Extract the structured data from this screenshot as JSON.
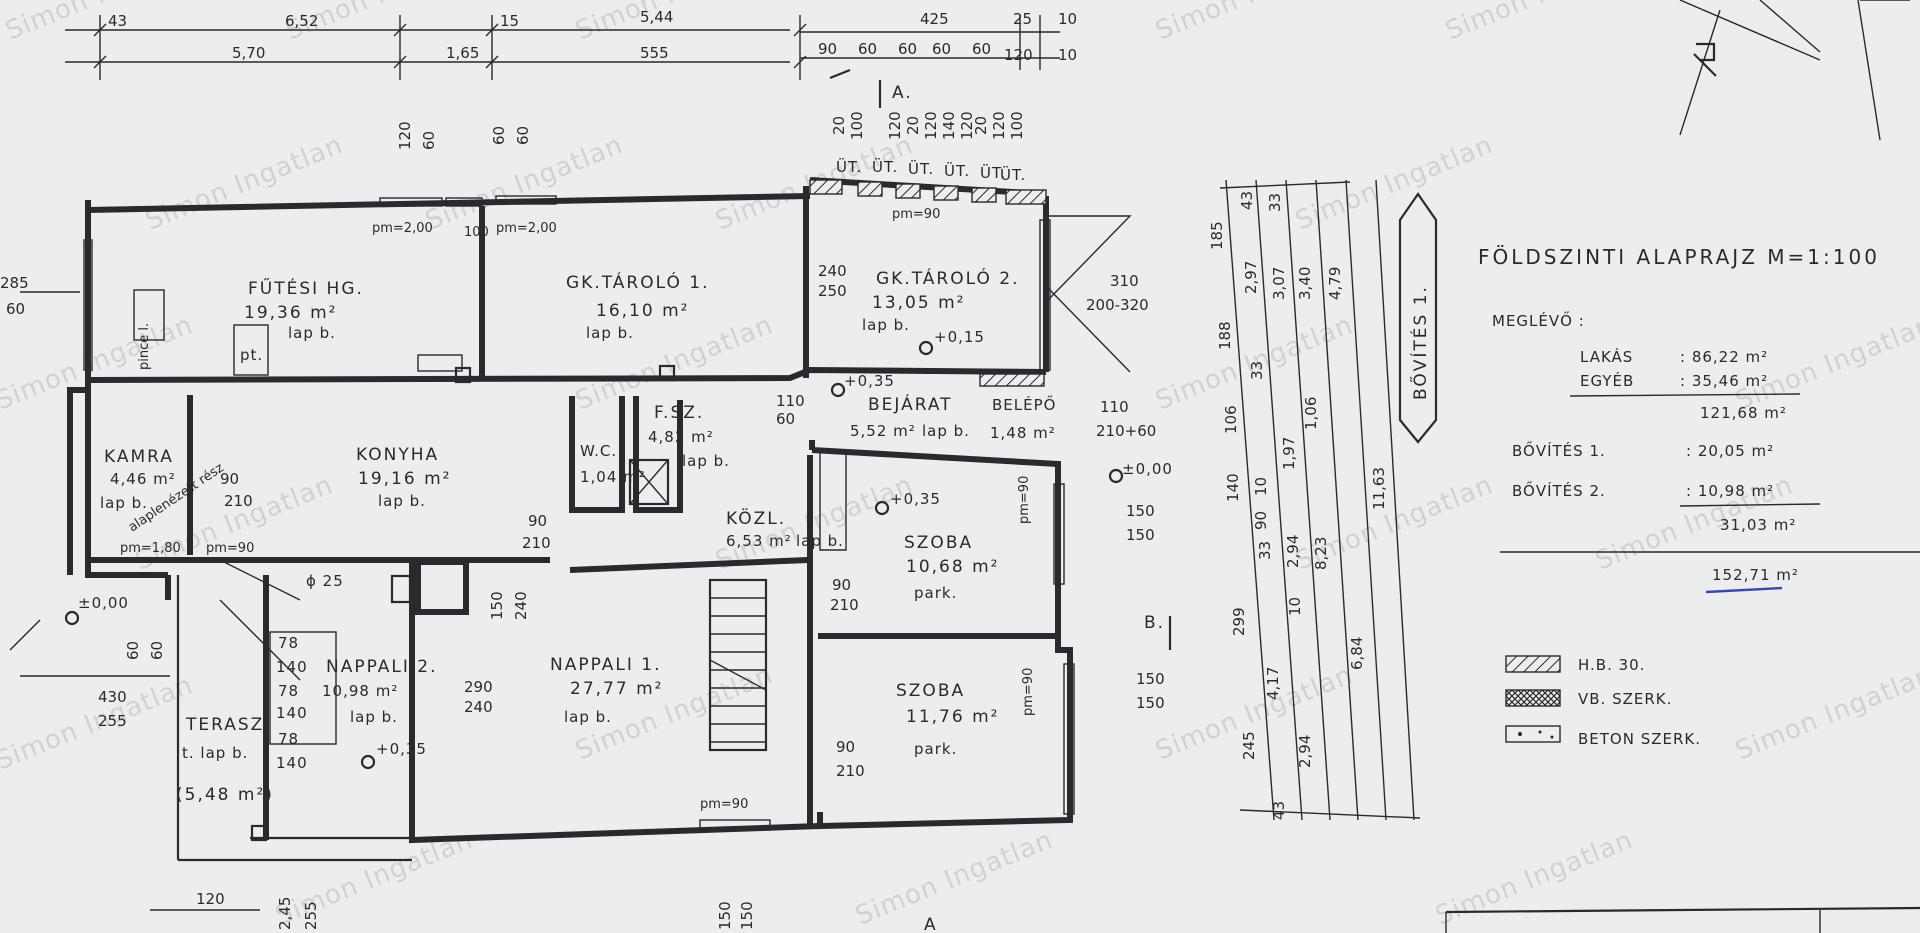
{
  "plan": {
    "title": "FÖLDSZINTI ALAPRAJZ M=1:100",
    "watermark": "Simon Ingatlan",
    "extension_label": "BŐVÍTÉS 1.",
    "section_a": "A.",
    "section_b": "B.",
    "bottom_a": "A"
  },
  "rooms": [
    {
      "id": "futesi",
      "name": "FŰTÉSI HG.",
      "area": "19,36 m²",
      "floor": "lap b."
    },
    {
      "id": "gk1",
      "name": "GK.TÁROLÓ 1.",
      "area": "16,10 m²",
      "floor": "lap b."
    },
    {
      "id": "gk2",
      "name": "GK.TÁROLÓ 2.",
      "area": "13,05 m²",
      "floor": "lap b."
    },
    {
      "id": "kamra",
      "name": "KAMRA",
      "area": "4,46 m²",
      "floor": "lap b."
    },
    {
      "id": "konyha",
      "name": "KONYHA",
      "area": "19,16 m²",
      "floor": "lap b."
    },
    {
      "id": "fsz",
      "name": "F.SZ.",
      "area": "4,82 m²",
      "floor": "lap b."
    },
    {
      "id": "wc",
      "name": "W.C.",
      "area": "1,04 m²",
      "floor": ""
    },
    {
      "id": "bejarat",
      "name": "BEJÁRAT",
      "area": "5,52 m²",
      "floor": "lap b."
    },
    {
      "id": "belepo",
      "name": "BELÉPŐ",
      "area": "1,48 m²",
      "floor": ""
    },
    {
      "id": "kozl",
      "name": "KÖZL.",
      "area": "6,53 m²",
      "floor": "lap b."
    },
    {
      "id": "szoba1",
      "name": "SZOBA",
      "area": "10,68 m²",
      "floor": "park."
    },
    {
      "id": "szoba2",
      "name": "SZOBA",
      "area": "11,76 m²",
      "floor": "park."
    },
    {
      "id": "nappali1",
      "name": "NAPPALI 1.",
      "area": "27,77 m²",
      "floor": "lap b."
    },
    {
      "id": "nappali2",
      "name": "NAPPALI 2.",
      "area": "10,98 m²",
      "floor": "lap b."
    },
    {
      "id": "terasz",
      "name": "TERASZ",
      "area": "(5,48 m²)",
      "floor": "t. lap b."
    }
  ],
  "areas": {
    "existing_label": "MEGLÉVŐ :",
    "lakas_label": "LAKÁS",
    "lakas_value": ": 86,22 m²",
    "egyeb_label": "EGYÉB",
    "egyeb_value": ": 35,46 m²",
    "existing_total": "121,68 m²",
    "bov1_label": "BŐVÍTÉS 1.",
    "bov1_value": ": 20,05 m²",
    "bov2_label": "BŐVÍTÉS 2.",
    "bov2_value": ": 10,98 m²",
    "ext_total": "31,03 m²",
    "grand_total": "152,71 m²"
  },
  "legend": [
    {
      "name": "H.B. 30."
    },
    {
      "name": "VB. SZERK."
    },
    {
      "name": "BETON SZERK."
    }
  ],
  "labels": {
    "ut": "ÜT.",
    "pm200": "pm=2,00",
    "pm100": "100",
    "pm200b": "pm=2,00",
    "pm90": "pm=90",
    "pm180": "pm=1,80",
    "pm90b": "pm=90",
    "pm90c": "pm=90",
    "pm90d": "pm=90",
    "pm90e": "pm=90",
    "pince": "pince l.",
    "pt": "pt.",
    "alap": "alaplenézett rész",
    "lvl_p015": "+0,15",
    "lvl_p035a": "+0,35",
    "lvl_p035b": "+0,35",
    "lvl_p035c": "+0,35",
    "lvl_000a": "±0,00",
    "lvl_000b": "±0,00",
    "phi25": "ϕ 25"
  },
  "dims": {
    "top1": [
      "43",
      "6,52",
      "15",
      "5,44"
    ],
    "top2": [
      "5,70",
      "1,65",
      "555"
    ],
    "top3": [
      "90",
      "60",
      "60",
      "60",
      "60",
      "120",
      "10"
    ],
    "top4": [
      "425",
      "25",
      "10"
    ],
    "vert_top": [
      "120",
      "60",
      "60",
      "60"
    ],
    "vert_win": [
      "20",
      "100",
      "120",
      "20",
      "120",
      "140",
      "120",
      "20",
      "120",
      "100"
    ],
    "door1": [
      "240",
      "250"
    ],
    "door2": [
      "310",
      "200-320"
    ],
    "door3": [
      "110",
      "210+60"
    ],
    "door4": [
      "150",
      "150"
    ],
    "door5": [
      "150",
      "150"
    ],
    "door6": [
      "90",
      "210"
    ],
    "door7": [
      "90",
      "210"
    ],
    "door8": [
      "90",
      "210"
    ],
    "door9": [
      "290",
      "240"
    ],
    "door10": [
      "150",
      "240"
    ],
    "door11": [
      "90",
      "210"
    ],
    "door12": [
      "110",
      "60"
    ],
    "left1": [
      "285",
      "60"
    ],
    "left2": [
      "430",
      "255"
    ],
    "left3": [
      "60",
      "60"
    ],
    "bottom1": [
      "120"
    ],
    "bottom2": [
      "2,45",
      "255"
    ],
    "bottom3": [
      "150",
      "150"
    ],
    "stair": [
      "78",
      "140",
      "78",
      "140",
      "78",
      "140"
    ],
    "right_a": [
      "185",
      "188",
      "106",
      "140",
      "299",
      "245"
    ],
    "right_b": [
      "43",
      "2,97",
      "33",
      "10",
      "90",
      "33",
      "4,17",
      "43"
    ],
    "right_c": [
      "33",
      "3,07",
      "1,97",
      "2,94",
      "10",
      "2,94"
    ],
    "right_d": [
      "3,40",
      "1,06",
      "8,23"
    ],
    "right_e": [
      "4,79",
      "6,84"
    ],
    "right_f": [
      "11,63"
    ]
  }
}
